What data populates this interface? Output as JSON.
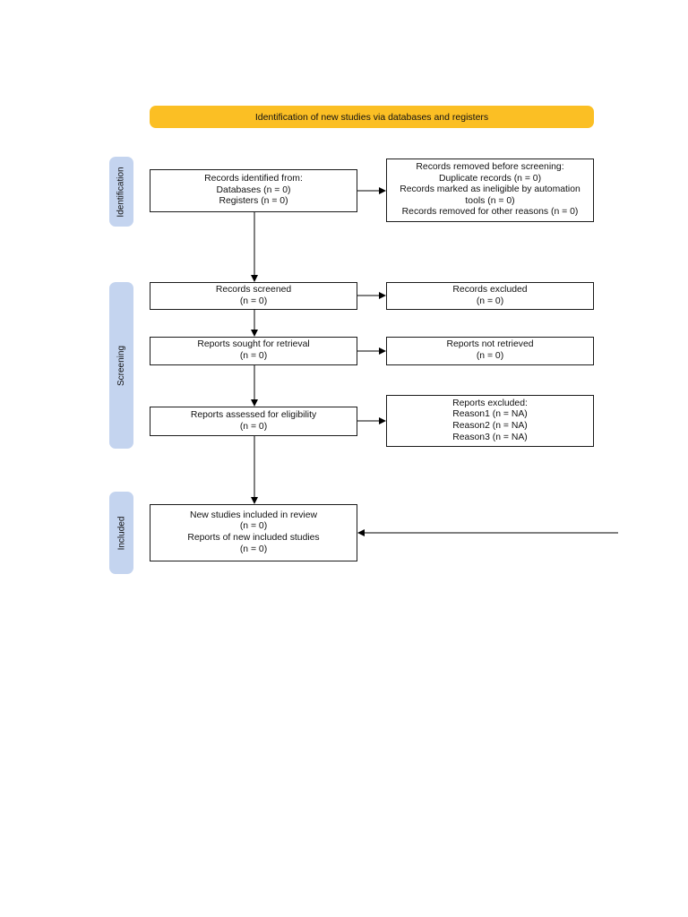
{
  "colors": {
    "header_fill": "#fbbf24",
    "phase_fill": "#c4d4ef",
    "box_border": "#1a1a1a",
    "arrow": "#000000"
  },
  "header": {
    "title": "Identification of new studies via databases and registers"
  },
  "phases": {
    "identification": "Identification",
    "screening": "Screening",
    "included": "Included"
  },
  "boxes": {
    "records_identified": {
      "lines": [
        "Records identified from:",
        "Databases (n = 0)",
        "Registers (n = 0)"
      ]
    },
    "records_removed": {
      "lines": [
        "Records removed before screening:",
        "Duplicate records (n = 0)",
        "Records marked as ineligible by automation",
        "tools (n = 0)",
        "Records removed for other reasons (n = 0)"
      ]
    },
    "records_screened": {
      "lines": [
        "Records screened",
        "(n = 0)"
      ]
    },
    "records_excluded": {
      "lines": [
        "Records excluded",
        "(n = 0)"
      ]
    },
    "reports_sought": {
      "lines": [
        "Reports sought for retrieval",
        "(n = 0)"
      ]
    },
    "reports_not_retrieved": {
      "lines": [
        "Reports not retrieved",
        "(n = 0)"
      ]
    },
    "reports_assessed": {
      "lines": [
        "Reports assessed for eligibility",
        "(n = 0)"
      ]
    },
    "reports_excluded": {
      "lines": [
        "Reports excluded:",
        "Reason1 (n = NA)",
        "Reason2 (n = NA)",
        "Reason3 (n = NA)"
      ]
    },
    "studies_included": {
      "lines": [
        "New studies included in review",
        "(n = 0)",
        "Reports of new included studies",
        "(n = 0)"
      ]
    }
  }
}
